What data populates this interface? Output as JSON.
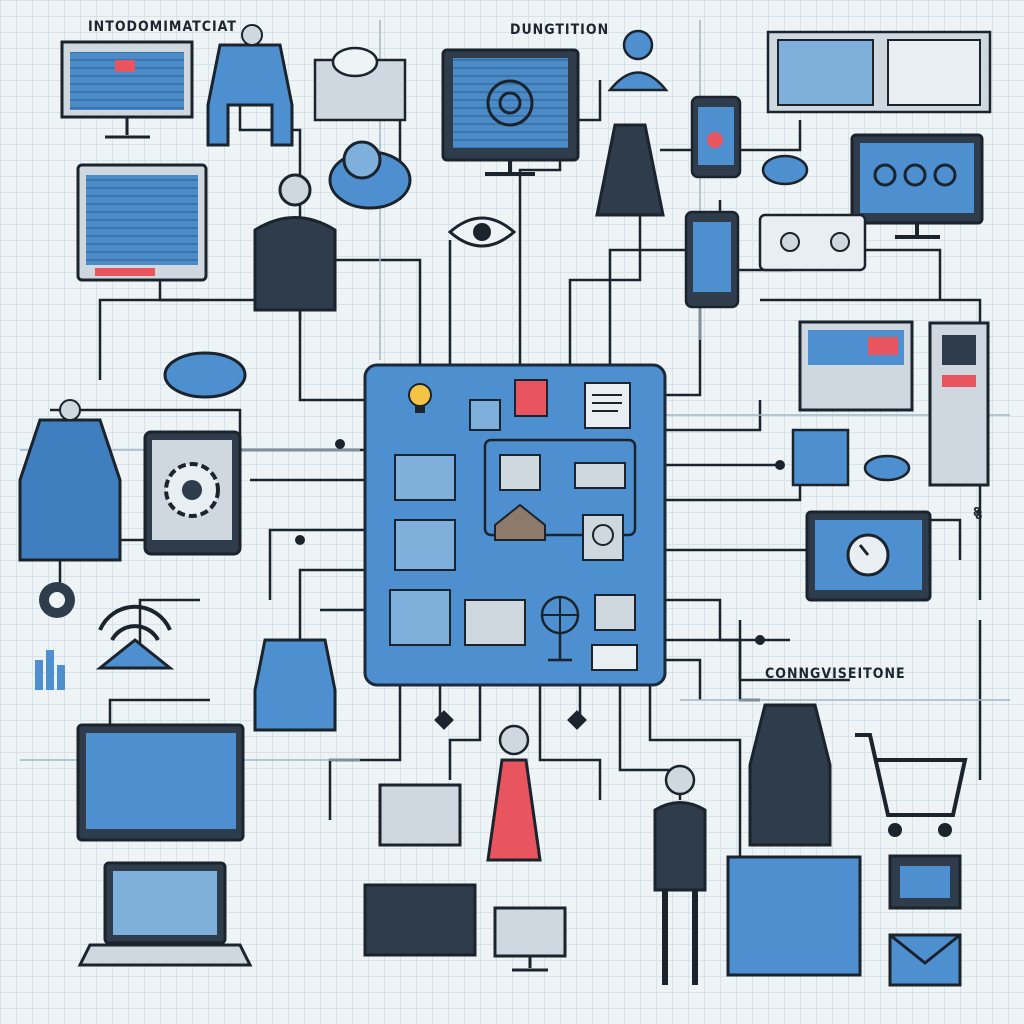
{
  "labels": {
    "top_left": "INTODOMIMATCIAT",
    "top_center": "DUNGTITION",
    "right_mid": "CONNGVISEITONE",
    "label_5": "8",
    "label_8": "8"
  },
  "colors": {
    "background": "#eef4f6",
    "grid": "#d6e4ea",
    "hub_fill": "#4e8fcf",
    "hub_stroke": "#1b2a3a",
    "device_blue": "#3f7fc0",
    "device_dark": "#2f3c4c",
    "accent_red": "#e8555e",
    "line": "#1b232d"
  },
  "icons": [
    "computer-monitor-icon",
    "laptop-icon",
    "smartphone-icon",
    "tablet-icon",
    "cloud-icon",
    "gear-icon",
    "eye-icon",
    "lightbulb-icon",
    "server-rack-icon",
    "shopping-cart-icon",
    "envelope-icon",
    "globe-icon",
    "wifi-icon",
    "person-icon",
    "jacket-icon",
    "document-stack-icon",
    "clock-icon"
  ]
}
